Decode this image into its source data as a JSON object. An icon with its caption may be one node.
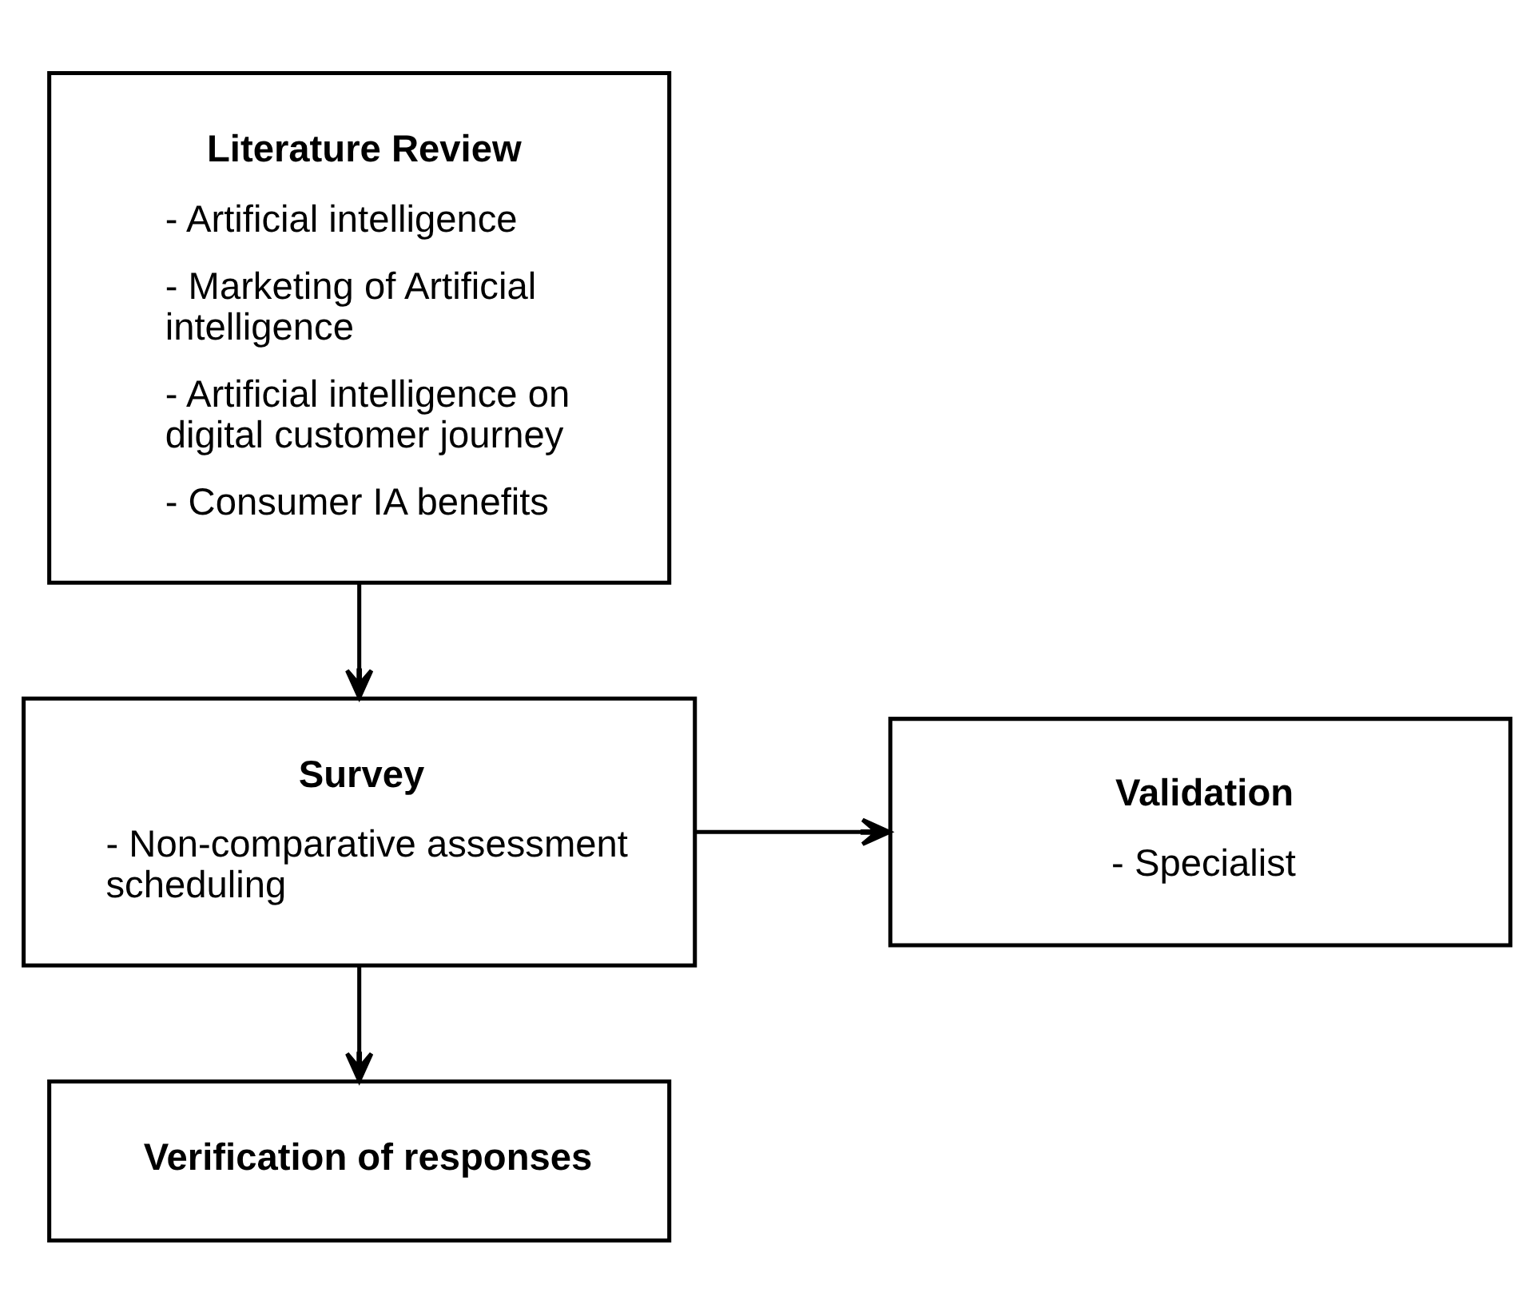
{
  "diagram": {
    "nodes": [
      {
        "text": [
          "Literature Review",
          "- Artificial intelligence",
          "- Marketing of Artificial intelligence",
          "- Artificial intelligence on digital customer journey",
          "- Consumer IA benefits"
        ]
      },
      {
        "text": [
          "Survey",
          "- Non-comparative assessment scheduling"
        ]
      },
      {
        "text": [
          "Validation",
          "- Specialist"
        ]
      },
      {
        "text": [
          "Verification of responses"
        ]
      }
    ],
    "edges": [
      {
        "from": 0,
        "to": 1,
        "arrow": "to"
      },
      {
        "from": 1,
        "to": 2,
        "arrow": "to"
      },
      {
        "from": 1,
        "to": 3,
        "arrow": "to"
      }
    ]
  }
}
